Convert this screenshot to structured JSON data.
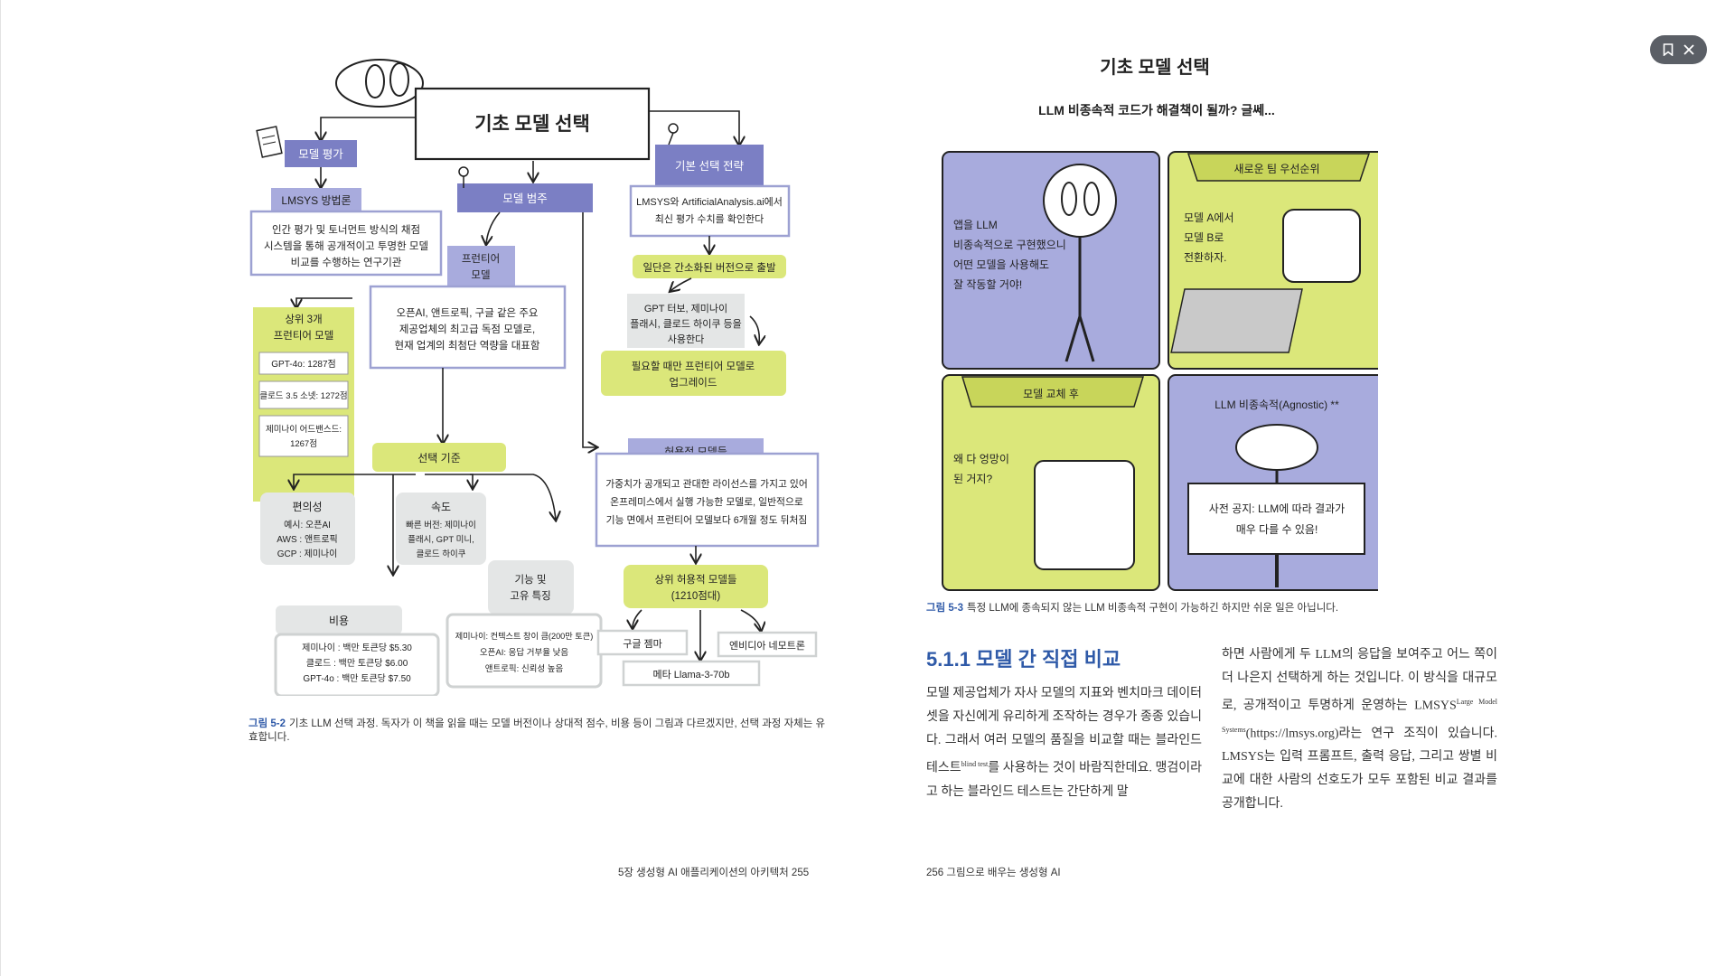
{
  "viewer": {
    "bookmark_icon": "bookmark-icon",
    "close_icon": "close-icon"
  },
  "left": {
    "diagram": {
      "title": "기초 모델 선택",
      "eval": "모델 평가",
      "lmsys_method": "LMSYS 방법론",
      "lmsys_desc": [
        "인간 평가 및 토너먼트 방식의 채점",
        "시스템을 통해 공개적이고 투명한 모델",
        "비교를 수행하는 연구기관"
      ],
      "top3_title": [
        "상위 3개",
        "프런티어 모델"
      ],
      "top3_items": [
        "GPT-4o: 1287점",
        "클로드 3.5 소넷: 1272점",
        "제미나이 어드밴스드:",
        "1267점"
      ],
      "category": "모델 범주",
      "frontier": [
        "프런티어",
        "모델"
      ],
      "frontier_desc": [
        "오픈AI, 앤트로픽, 구글 같은 주요",
        "제공업체의 최고급 독점 모델로,",
        "현재 업계의 최첨단 역량을 대표함"
      ],
      "default": "기본 선택 전략",
      "default_desc": [
        "LMSYS와 ArtificialAnalysis.ai에서",
        "최신 평가 수치를 확인한다"
      ],
      "simple_start": "일단은 간소화된 버전으로 출발",
      "simple_models": [
        "GPT 터보, 제미나이",
        "플래시, 클로드 하이쿠 등을",
        "사용한다"
      ],
      "upgrade": [
        "필요할 때만 프런티어 모델로",
        "업그레이드"
      ],
      "criteria": "선택 기준",
      "convenience": "편의성",
      "convenience_desc": [
        "예시: 오픈AI",
        "AWS : 앤트로픽",
        "GCP : 제미나이"
      ],
      "speed": "속도",
      "speed_desc": [
        "빠른 버전: 제미나이",
        "플래시, GPT 미니,",
        "클로드 하이쿠"
      ],
      "unique": [
        "기능 및",
        "고유 특징"
      ],
      "cost": "비용",
      "cost_desc": [
        "제미나이 : 백만 토큰당 $5.30",
        "클로드 : 백만 토큰당 $6.00",
        "GPT-4o : 백만 토큰당 $7.50"
      ],
      "unique_desc": [
        "제미나이: 컨텍스트 창이 큼(200만 토큰)",
        "오픈AI: 응답 거부율 낮음",
        "앤트로픽: 신뢰성 높음"
      ],
      "open_models": "허용적 모델들",
      "open_desc": [
        "가중치가 공개되고 관대한 라이선스를 가지고 있어",
        "온프레미스에서 실행 가능한 모델로, 일반적으로",
        "기능 면에서 프런티어 모델보다 6개월 정도 뒤처짐"
      ],
      "top_open": [
        "상위 허용적 모델들",
        "(1210점대)"
      ],
      "google": "구글 젬마",
      "nvidia": "엔비디아 네모트론",
      "meta": "메타 Llama-3-70b"
    },
    "caption_label": "그림 5-2",
    "caption_text": "기초 LLM 선택 과정. 독자가 이 책을 읽을 때는 모델 버전이나 상대적 점수, 비용 등이 그림과 다르겠지만, 선택 과정 자체는 유효합니다.",
    "footer": "5장 생성형 AI 애플리케이션의 아키텍처   255"
  },
  "right": {
    "title": "기초 모델 선택",
    "subtitle": "LLM 비종속적 코드가 해결책이 될까? 글쎄...",
    "comic": {
      "p1_text": [
        "앱을 LLM",
        "비종속적으로 구현했으니",
        "어떤 모델을 사용해도",
        "잘 작동할 거야!"
      ],
      "p2_banner": "새로운 팀 우선순위",
      "p2_text": [
        "모델 A에서",
        "모델 B로",
        "전환하자."
      ],
      "p3_banner": "모델 교체 후",
      "p3_text": [
        "왜 다 엉망이",
        "된 거지?"
      ],
      "p4_title": "LLM 비종속적(Agnostic) **",
      "p4_sign": [
        "사전 공지: LLM에 따라 결과가",
        "매우 다를 수 있음!"
      ]
    },
    "caption_label": "그림 5-3",
    "caption_text": "특정 LLM에 종속되지 않는 LLM 비종속적 구현이 가능하긴 하지만 쉬운 일은 아닙니다.",
    "section_title": "5.1.1 모델 간 직접 비교",
    "col1": "모델 제공업체가 자사 모델의 지표와 벤치마크 데이터셋을 자신에게 유리하게 조작하는 경우가 종종 있습니다. 그래서 여러 모델의 품질을 비교할 때는 블라인드 테스트",
    "col1_sup": "blind test",
    "col1_b": "를 사용하는 것이 바람직한데요. 맹검이라고 하는 블라인드 테스트는 간단하게 말",
    "col2_a": "하면 사람에게 두 LLM의 응답을 보여주고 어느 쪽이 더 나은지 선택하게 하는 것입니다. 이 방식을 대규모로, 공개적이고 투명하게 운영하는 LMSYS",
    "col2_sup": "Large Model Systems",
    "col2_b": "(https://lmsys.org)라는 연구 조직이 있습니다. LMSYS는 입력 프롬프트, 출력 응답, 그리고 쌍별 비교에 대한 사람의 선호도가 모두 포함된 비교 결과를 공개합니다.",
    "footer": "256   그림으로 배우는 생성형 AI",
    "colors": {
      "purple": "#7b7fc4",
      "lime": "#dbe77a",
      "blue_caption": "#2f5aa8",
      "gray_box": "#e4e6e6"
    }
  }
}
